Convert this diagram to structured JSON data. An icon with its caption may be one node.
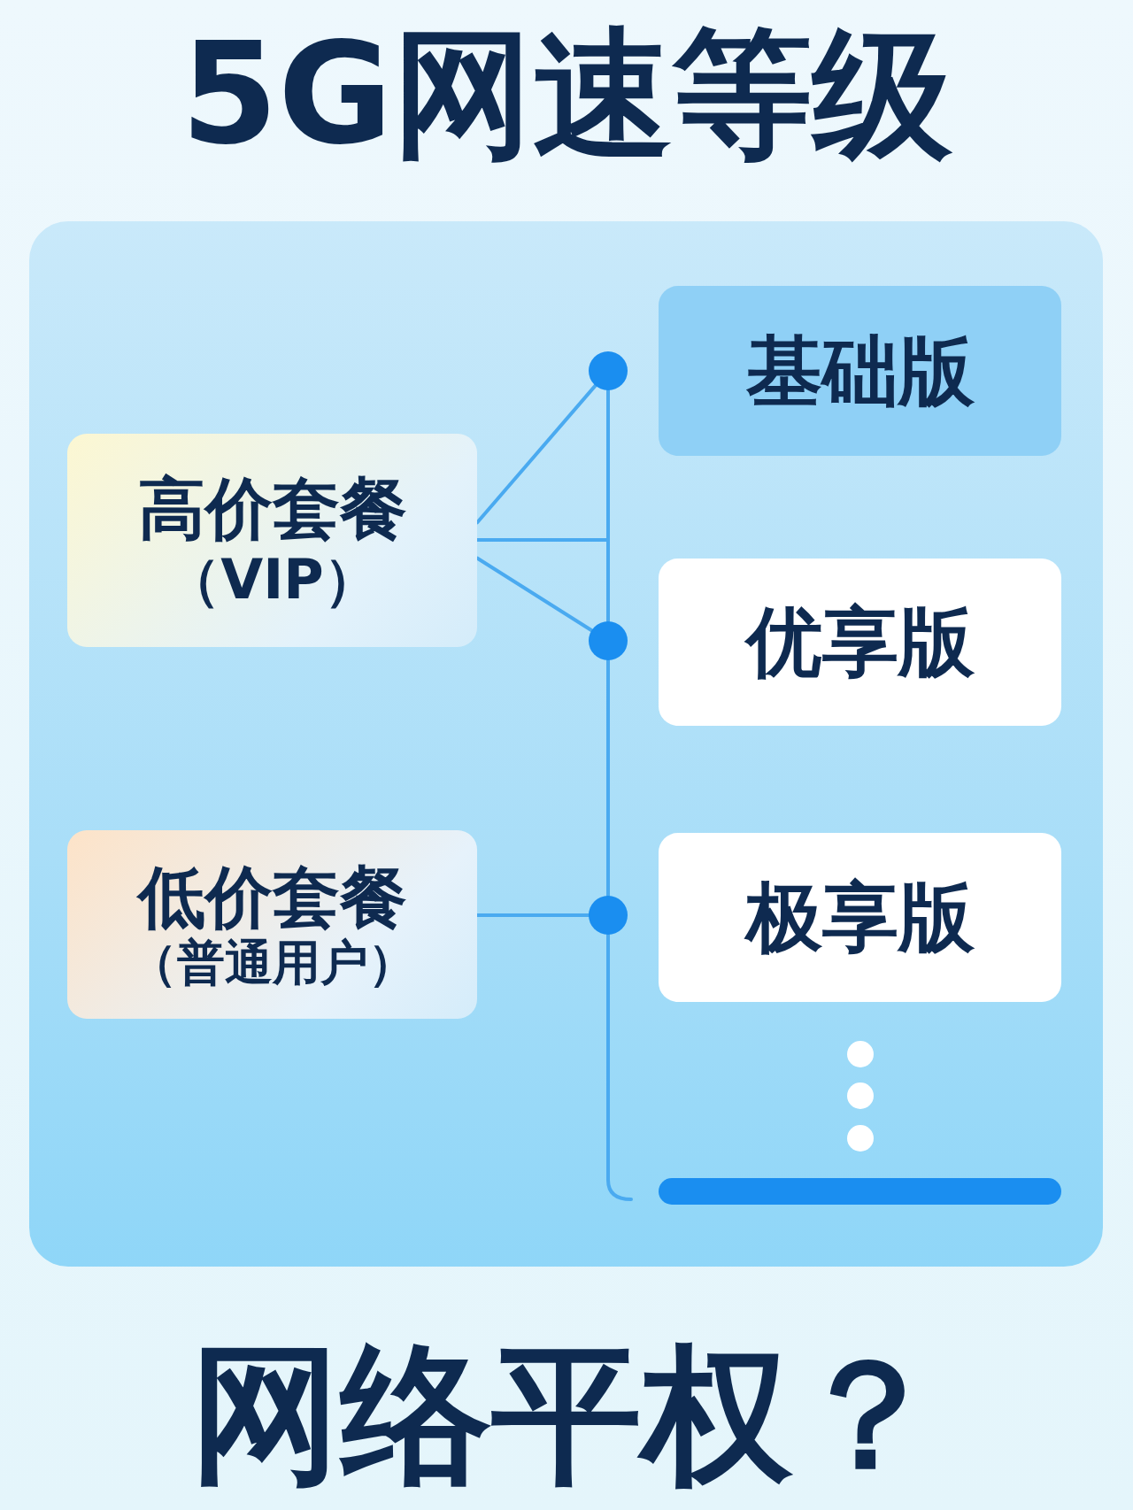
{
  "diagram": {
    "title": "5G网速等级",
    "caption": "网络平权？",
    "nodes": [
      {
        "text": [
          "高价套餐",
          "（VIP）"
        ]
      },
      {
        "text": [
          "低价套餐",
          "（普通用户）"
        ]
      },
      {
        "text": [
          "基础版"
        ]
      },
      {
        "text": [
          "优享版"
        ]
      },
      {
        "text": [
          "极享版"
        ]
      },
      {
        "text": [],
        "shape": "circle"
      },
      {
        "text": [],
        "shape": "circle"
      },
      {
        "text": [],
        "shape": "circle"
      }
    ],
    "edges": [
      {
        "from": 0,
        "to": 5,
        "arrow": "none"
      },
      {
        "from": 0,
        "to": null,
        "arrow": "none"
      },
      {
        "from": 0,
        "to": 6,
        "arrow": "none"
      },
      {
        "from": 5,
        "to": 6,
        "arrow": "none"
      },
      {
        "from": 6,
        "to": 7,
        "arrow": "none"
      },
      {
        "from": 1,
        "to": 7,
        "arrow": "none"
      },
      {
        "from": 7,
        "to": null,
        "arrow": "none"
      }
    ]
  }
}
